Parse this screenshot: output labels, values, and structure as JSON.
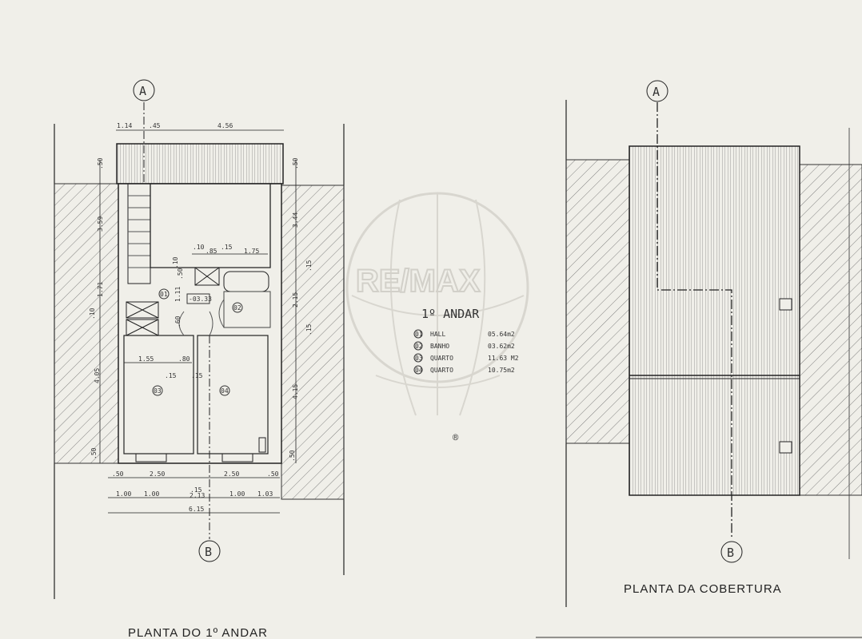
{
  "axes": {
    "a": "A",
    "b": "B"
  },
  "watermark": {
    "brand": "RE/MAX",
    "mark": "®"
  },
  "floor_plan": {
    "title": "PLANTA DO 1º ANDAR",
    "level_marker": "-03.33",
    "room_tags": [
      "01",
      "02",
      "03",
      "04"
    ],
    "dims_top": [
      "1.14",
      ".45",
      "4.56"
    ],
    "dims_left": [
      ".50",
      "3.59",
      "1.71",
      ".10",
      "4.05",
      ".50"
    ],
    "dims_right": [
      ".50",
      "3.44",
      ".15",
      "2.15",
      ".15",
      "4.15",
      ".50"
    ],
    "dims_inner": [
      ".10",
      ".85",
      ".15",
      "1.75",
      ".10",
      ".50",
      "1.11",
      ".60",
      "1.55",
      ".80",
      ".15",
      ".15"
    ],
    "dims_bottom_row1": [
      ".50",
      "2.50",
      ".15",
      "2.50",
      ".50"
    ],
    "dims_bottom_row2": [
      "1.00",
      "1.00",
      "2.13",
      "1.00",
      "1.03"
    ],
    "dims_total": "6.15"
  },
  "legend": {
    "heading": "1º ANDAR",
    "rooms": [
      {
        "no": "01",
        "name": "HALL",
        "area": "05.64m2"
      },
      {
        "no": "02",
        "name": "BANHO",
        "area": "03.62m2"
      },
      {
        "no": "03",
        "name": "QUARTO",
        "area": "11.63 M2"
      },
      {
        "no": "04",
        "name": "QUARTO",
        "area": "10.75m2"
      }
    ]
  },
  "roof_plan": {
    "title": "PLANTA DA COBERTURA"
  }
}
